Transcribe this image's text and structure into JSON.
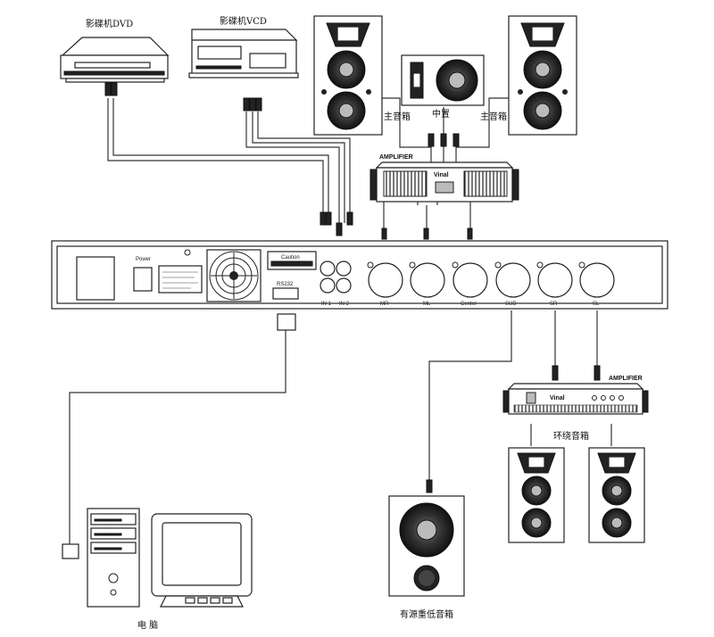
{
  "sources": {
    "dvd_label": "影碟机DVD",
    "vcd_label": "影碟机VCD"
  },
  "speakers": {
    "main_left_label": "主音箱",
    "center_label": "中置",
    "main_right_label": "主音箱",
    "surround_label": "环绕音箱",
    "subwoofer_label": "有源重低音箱"
  },
  "amplifiers": {
    "top_label": "AMPLIFIER",
    "bottom_label": "AMPLIFIER",
    "brand": "Vinal"
  },
  "decoder": {
    "power_label": "Power",
    "caution_label": "Caution",
    "rs232_label": "RS232",
    "inputs": [
      "IN 1",
      "IN 2"
    ],
    "outputs": [
      "MR",
      "ML",
      "Center",
      "SUB",
      "SR",
      "SL"
    ]
  },
  "computer": {
    "label": "电 脑"
  },
  "colors": {
    "line": "#333333",
    "device_fill": "#ffffff",
    "cone": "#2a2a2a"
  }
}
